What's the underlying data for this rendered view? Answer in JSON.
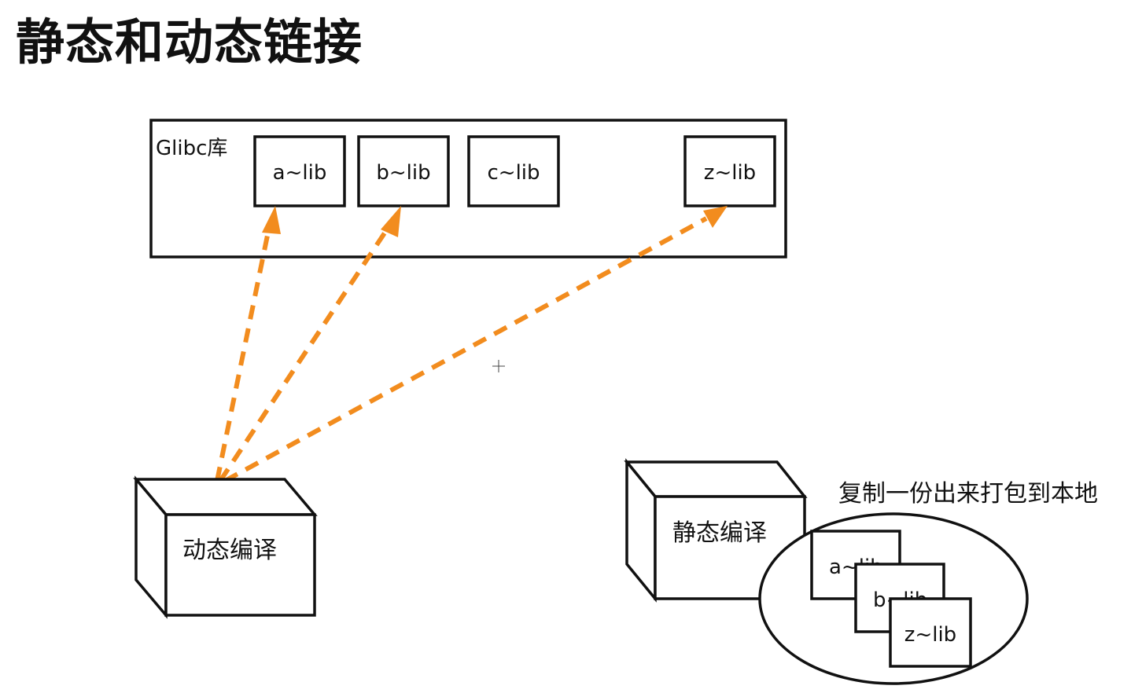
{
  "title": "静态和动态链接",
  "glibc": {
    "label": "Glibc库",
    "libs": [
      "a~lib",
      "b~lib",
      "c~lib",
      "z~lib"
    ]
  },
  "dynamic": {
    "label": "动态编译"
  },
  "static": {
    "label": "静态编译",
    "note": "复制一份出来打包到本地",
    "copies": [
      "a~lib",
      "b~lib",
      "z~lib"
    ]
  },
  "colors": {
    "arrow": "#F28C1E",
    "stroke": "#111111"
  }
}
